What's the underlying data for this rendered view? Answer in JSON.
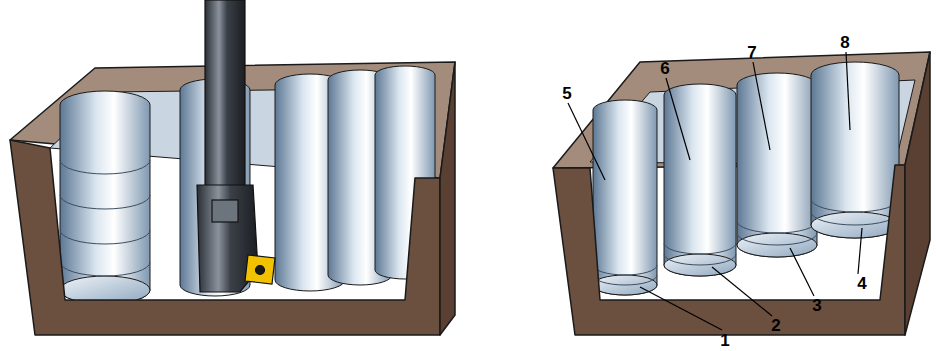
{
  "diagram": {
    "labels": [
      "5",
      "6",
      "7",
      "8",
      "1",
      "2",
      "3",
      "4"
    ]
  }
}
